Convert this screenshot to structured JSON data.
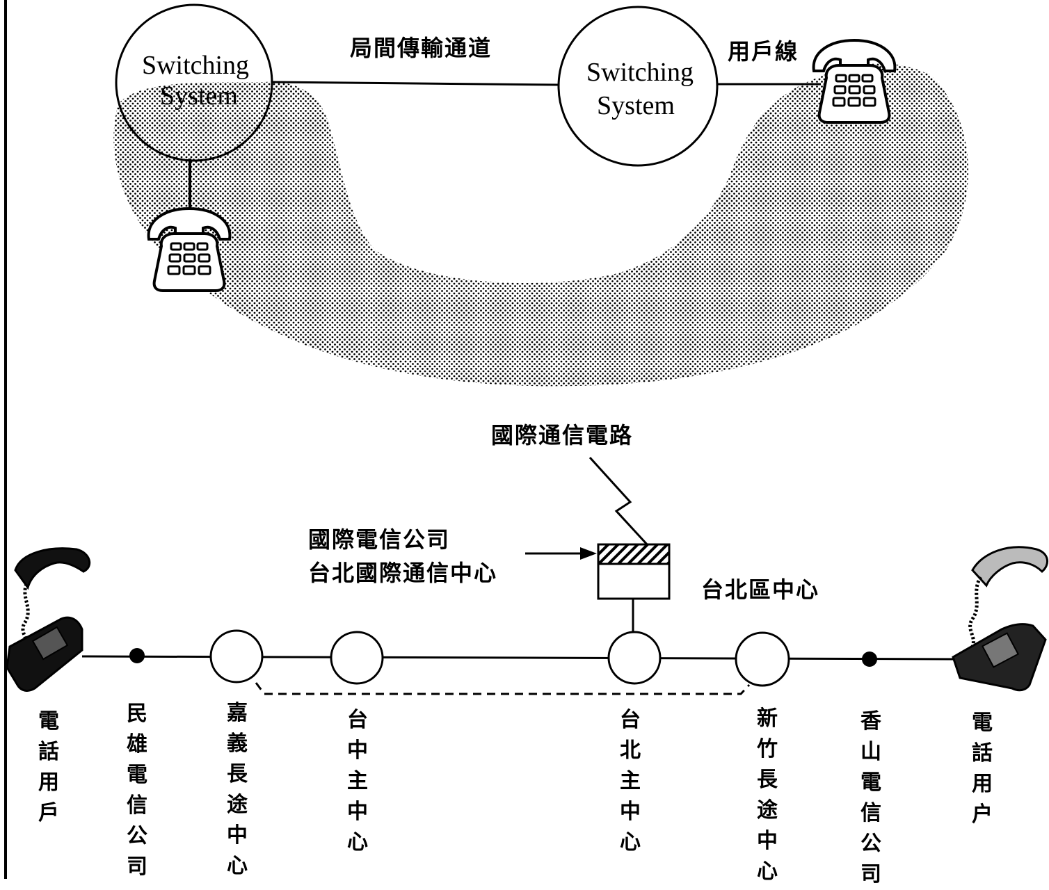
{
  "top": {
    "system_left_line1": "Switching",
    "system_left_line2": "System",
    "system_right_line1": "Switching",
    "system_right_line2": "System",
    "trunk_label": "局間傳輸通道",
    "subscriber_line_label": "用戶線"
  },
  "bottom": {
    "intl_circuit_label": "國際通信電路",
    "intl_company_line1": "國際電信公司",
    "intl_company_line2": "台北國際通信中心",
    "taipei_regional_center": "台北區中心",
    "nodes": [
      "電話用戶",
      "民雄電信公司",
      "嘉義長途中心",
      "台中主中心",
      "台北主中心",
      "新竹長途中心",
      "香山電信公司",
      "電話用户"
    ]
  },
  "icons": {
    "phone": "telephone-icon",
    "local_office": "filled-dot-icon",
    "center": "open-circle-icon",
    "intl_center": "hatched-box-icon"
  }
}
